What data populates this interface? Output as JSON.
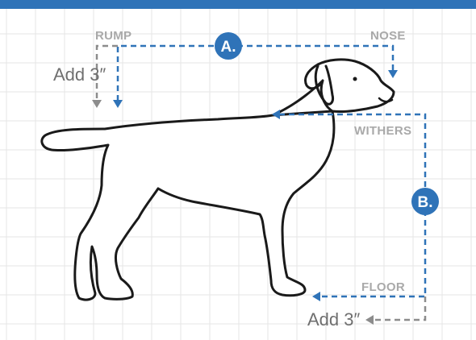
{
  "colors": {
    "accent_blue": "#2f73b8",
    "grey_guide": "#8c8c8c",
    "grid": "#e6e6e6",
    "outline": "#1a1a1a"
  },
  "labels": {
    "rump": "RUMP",
    "nose": "NOSE",
    "withers": "WITHERS",
    "floor": "FLOOR",
    "add_top": "Add 3″",
    "add_bottom": "Add 3″"
  },
  "measurements": [
    {
      "badge": "A."
    },
    {
      "badge": "B."
    }
  ]
}
